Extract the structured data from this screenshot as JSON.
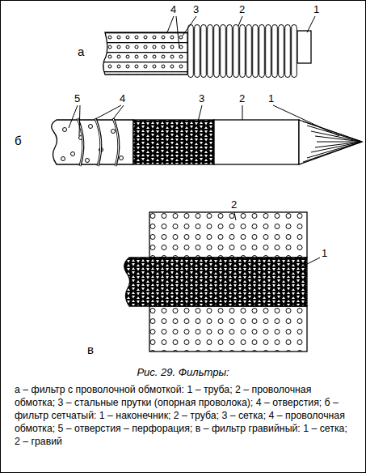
{
  "diagram": {
    "caption": "Рис. 29. Фильтры:",
    "labels": [
      "4",
      "3",
      "2",
      "1",
      "а",
      "5",
      "4",
      "3",
      "2",
      "1",
      "б",
      "2",
      "1",
      "в",
      "а – фильтр с проволочной обмоткой: 1 – труба; 2 – проволочная обмотка; 3 – стальные прутки (опорная проволока); 4 – отверстия; б – фильтр сетчатый: 1 – наконечник; 2 – труба; 3 – сетка; 4 – проволочная обмотка; 5 – отверстия – перфорация; в – фильтр гравийный: 1 – сетка; 2 – гравий"
    ]
  }
}
